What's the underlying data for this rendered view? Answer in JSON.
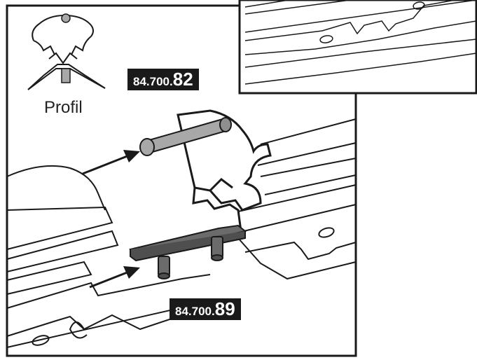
{
  "profile": {
    "label": "Profil"
  },
  "parts": {
    "upper": {
      "prefix": "84.700.",
      "suffix": "82"
    },
    "lower": {
      "prefix": "84.700.",
      "suffix": "89"
    }
  },
  "colors": {
    "line": "#1a1a1a",
    "pin": "#a8a8a8",
    "bar": "#6b6b6b",
    "label_bg": "#1a1a1a",
    "label_fg": "#ffffff"
  }
}
